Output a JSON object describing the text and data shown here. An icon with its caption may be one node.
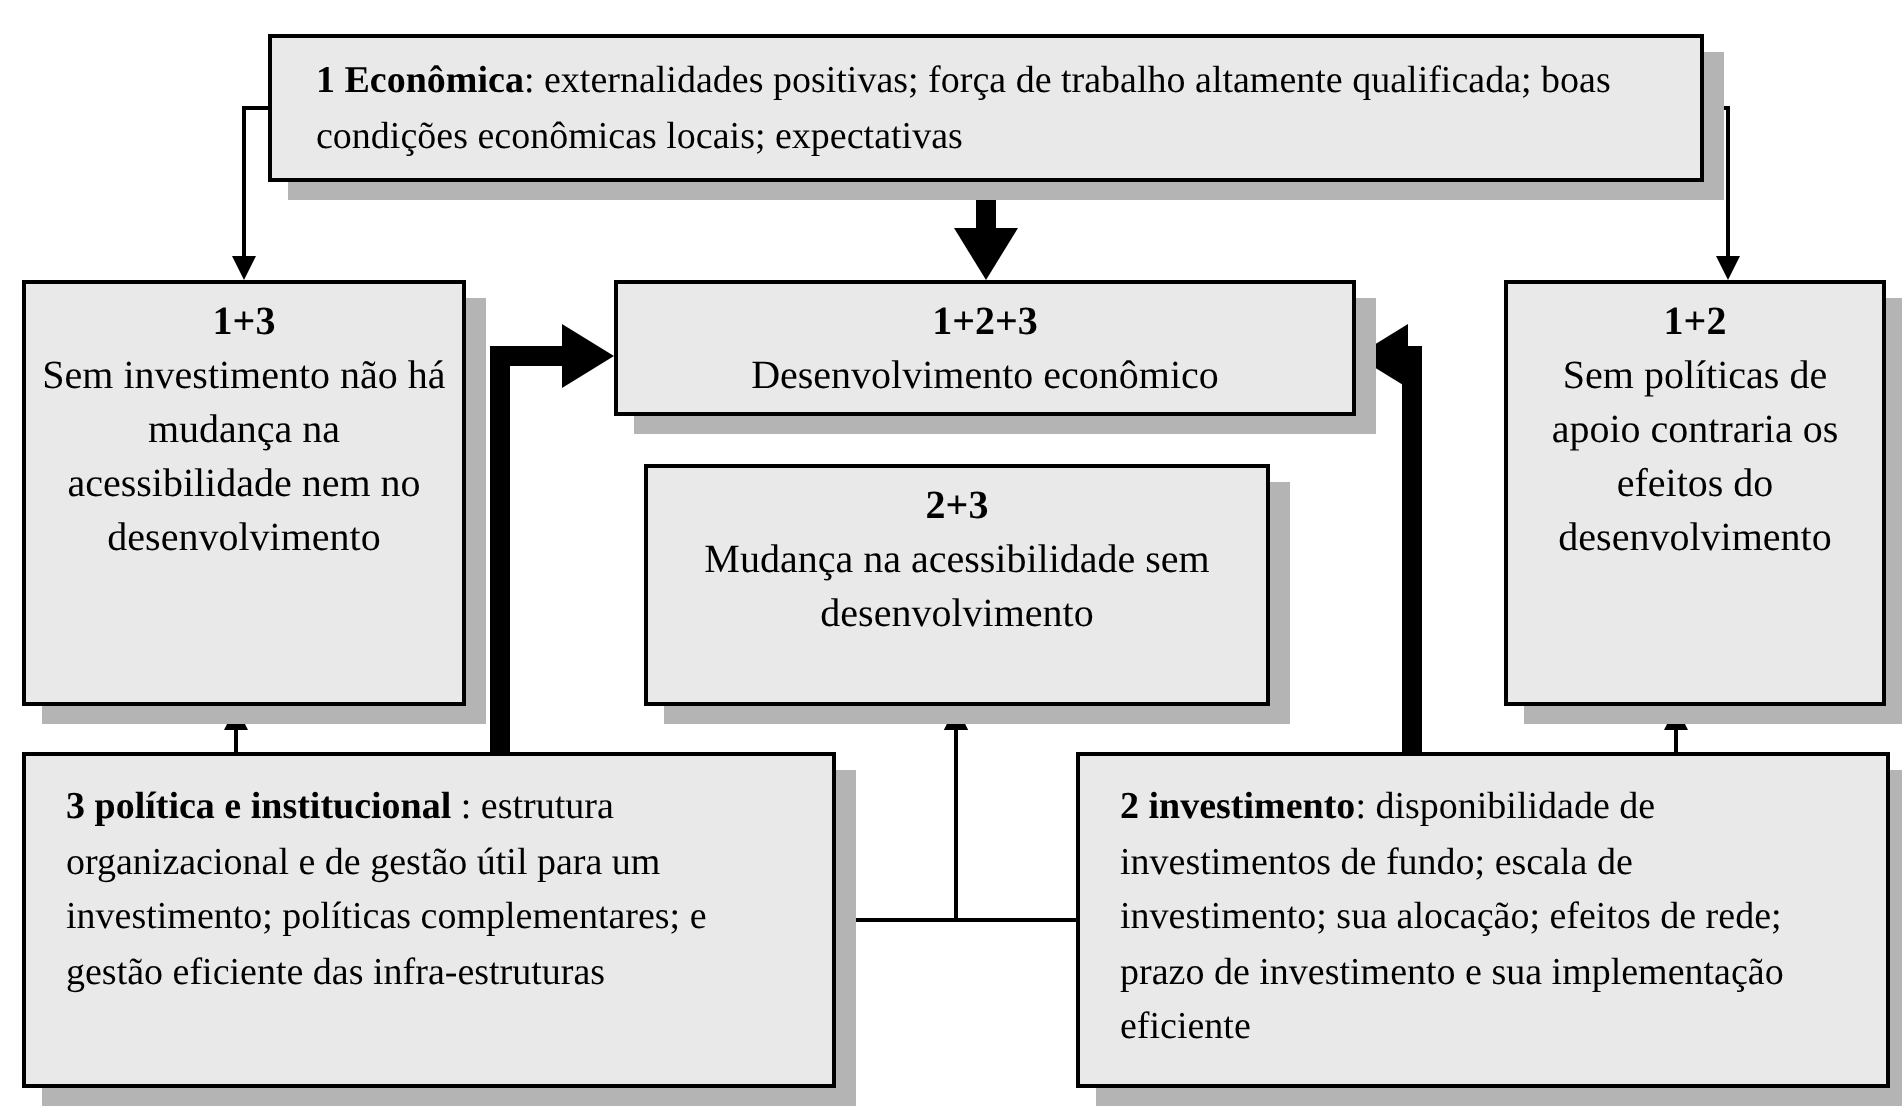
{
  "diagram": {
    "nodes": [
      {
        "text": [
          "**1 Econômica**: externalidades positivas; força de trabalho altamente qualificada; boas condições econômicas locais; expectativas"
        ]
      },
      {
        "text": [
          "1+3",
          "Sem investimento não há mudança na acessibilidade nem no desenvolvimento"
        ]
      },
      {
        "text": [
          "1+2+3",
          "Desenvolvimento econômico"
        ]
      },
      {
        "text": [
          "2+3",
          "Mudança na acessibilidade sem desenvolvimento"
        ]
      },
      {
        "text": [
          "1+2",
          "Sem políticas de apoio contraria os efeitos do desenvolvimento"
        ]
      },
      {
        "text": [
          "**3 política e institucional** : estrutura organizacional e de gestão útil para um investimento; políticas complementares; e gestão eficiente das infra-estruturas"
        ]
      },
      {
        "text": [
          "**2 investimento**: disponibilidade de investimentos de fundo; escala de investimento; sua alocação; efeitos de rede; prazo de investimento e sua implementação eficiente"
        ]
      }
    ],
    "edges": [
      {
        "from": 0,
        "to": 1,
        "arrow": "to"
      },
      {
        "from": 0,
        "to": 2,
        "arrow": "to",
        "style": "thick"
      },
      {
        "from": 0,
        "to": 4,
        "arrow": "to"
      },
      {
        "from": 5,
        "to": 1,
        "arrow": "to"
      },
      {
        "from": 5,
        "to": 2,
        "arrow": "to",
        "style": "thick"
      },
      {
        "from": 6,
        "to": 2,
        "arrow": "to",
        "style": "thick"
      },
      {
        "from": 6,
        "to": 4,
        "arrow": "to"
      },
      {
        "from": 5,
        "to": 3,
        "arrow": "to"
      },
      {
        "from": 6,
        "to": 3,
        "arrow": "to"
      }
    ]
  }
}
